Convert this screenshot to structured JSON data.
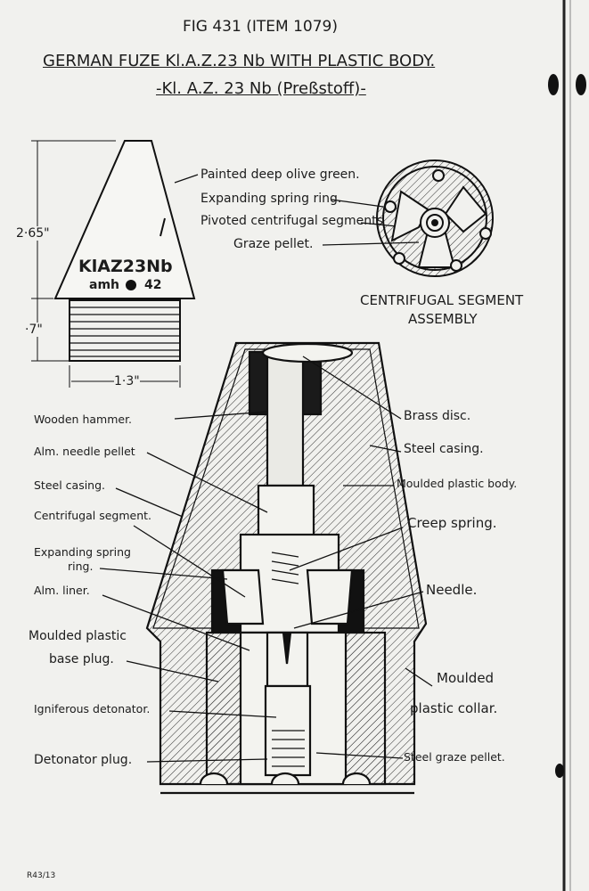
{
  "header": {
    "fig": "FIG 431 (ITEM 1079)",
    "title": "GERMAN  FUZE Kl.A.Z.23 Nb WITH PLASTIC BODY.",
    "subtitle": "-Kl. A.Z. 23 Nb (Preßstoff)-"
  },
  "small_fuze": {
    "marking_1": "KlAZ23Nb",
    "marking_2": "amh",
    "marking_3": "42",
    "dim_height": "2·65\"",
    "dim_thread": "·7\"",
    "dim_width": "1·3\""
  },
  "top_labels": [
    "Painted deep olive green.",
    "Expanding spring ring.",
    "Pivoted centrifugal segments",
    "Graze pellet."
  ],
  "assembly": {
    "line1": "CENTRIFUGAL SEGMENT",
    "line2": "ASSEMBLY"
  },
  "left_labels": [
    "Wooden hammer.",
    "Alm. needle pellet",
    "Steel casing.",
    "Centrifugal segment.",
    "Expanding spring",
    "ring.",
    "Alm. liner.",
    "Moulded plastic",
    "base plug.",
    "Igniferous detonator.",
    "Detonator plug."
  ],
  "right_labels": [
    "Brass disc.",
    "Steel casing.",
    "Moulded plastic body.",
    "Creep spring.",
    "Needle.",
    "Moulded",
    "plastic collar.",
    "Steel graze pellet."
  ],
  "footer": {
    "ref": "R43/13"
  }
}
